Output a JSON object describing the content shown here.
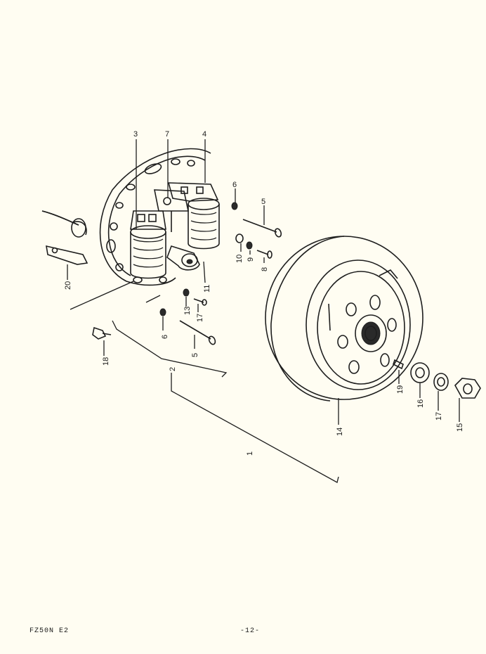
{
  "callouts": {
    "c1": "1",
    "c2": "2",
    "c3": "3",
    "c4": "4",
    "c5a": "5",
    "c5b": "5",
    "c6a": "6",
    "c6b": "6",
    "c7": "7",
    "c8": "8",
    "c9": "9",
    "c10": "10",
    "c11": "11",
    "c13": "13",
    "c14": "14",
    "c15": "15",
    "c16": "16",
    "c17a": "17",
    "c17b": "17",
    "c18": "18",
    "c19": "19",
    "c20": "20"
  },
  "footer": {
    "model": "FZ50N E2",
    "page": "-12-"
  }
}
